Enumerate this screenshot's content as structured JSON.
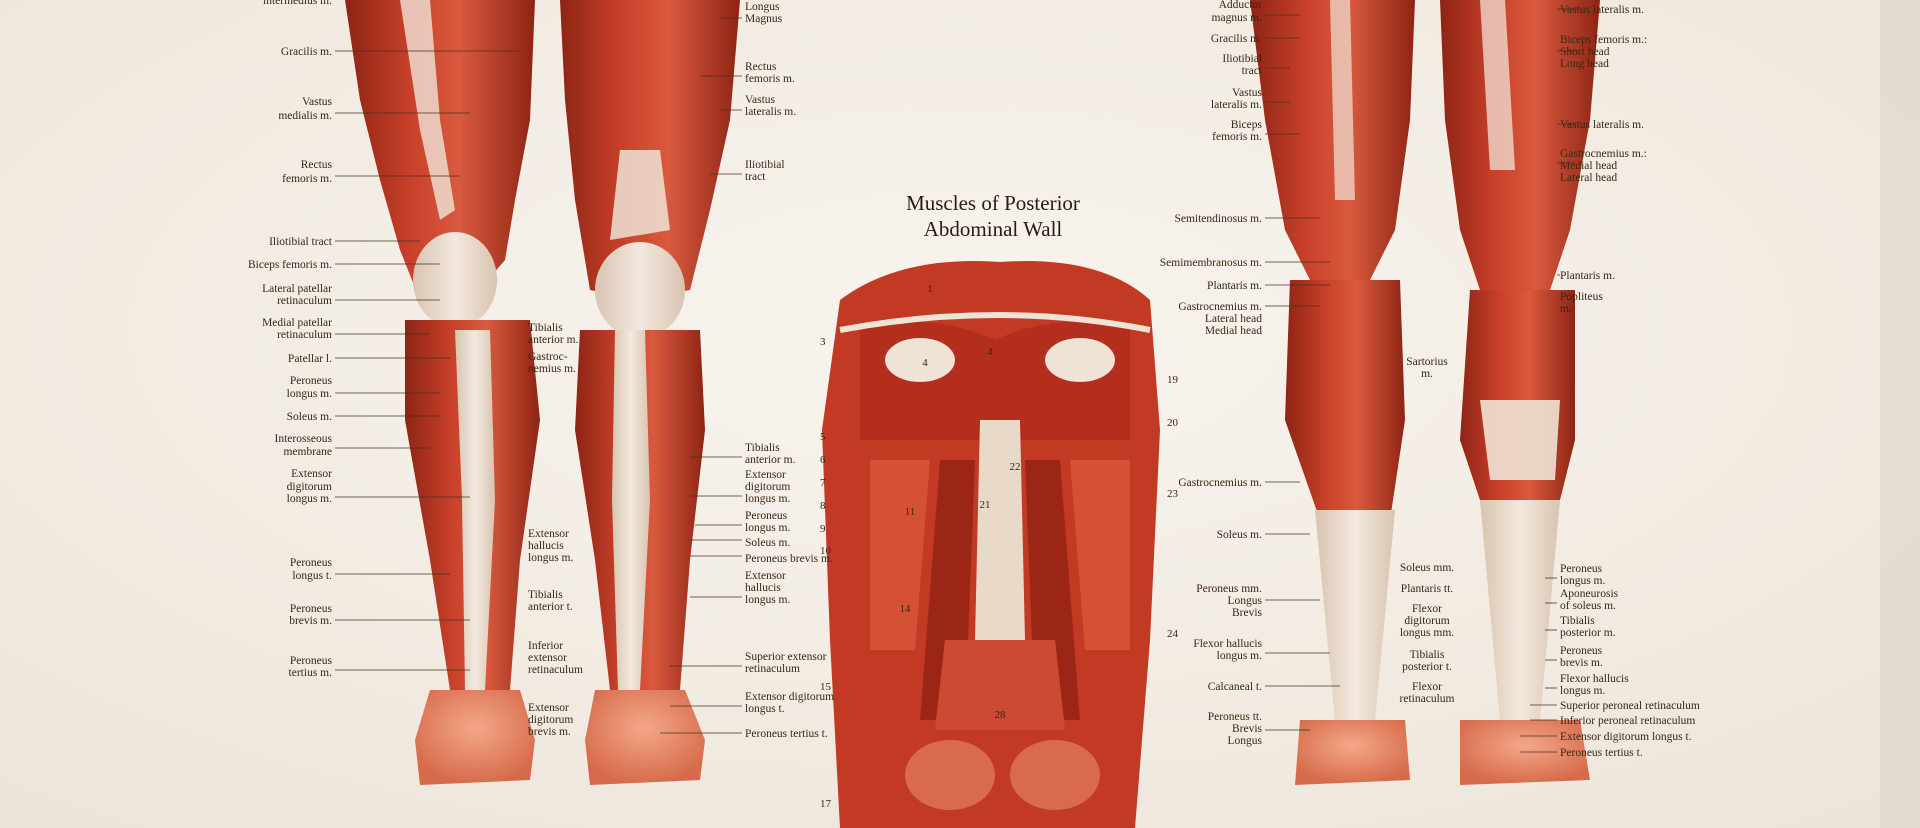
{
  "center_title": {
    "line1": "Muscles of Posterior",
    "line2": "Abdominal Wall"
  },
  "anterior_left_labels": [
    "intermedius m.",
    "Gracilis m.",
    "Vastus",
    "medialis m.",
    "Rectus",
    "femoris m.",
    "Iliotibial tract",
    "Biceps femoris m.",
    "Lateral patellar",
    "retinaculum",
    "Medial patellar",
    "retinaculum",
    "Patellar l.",
    "Peroneus",
    "longus m.",
    "Soleus m.",
    "Interosseous",
    "membrane",
    "Extensor",
    "digitorum",
    "longus m.",
    "Peroneus",
    "longus t.",
    "Peroneus",
    "brevis m.",
    "Peroneus",
    "tertius m."
  ],
  "anterior_mid_labels": [
    "Tibialis",
    "anterior m.",
    "Gastroc-",
    "nemius m.",
    "Extensor",
    "hallucis",
    "longus m.",
    "Tibialis",
    "anterior t.",
    "Inferior",
    "extensor",
    "retinaculum",
    "Extensor",
    "digitorum",
    "brevis m."
  ],
  "anterior_right_labels": [
    "Longus",
    "Magnus",
    "Rectus",
    "femoris m.",
    "Vastus",
    "lateralis m.",
    "Iliotibial",
    "tract",
    "Tibialis",
    "anterior m.",
    "Extensor",
    "digitorum",
    "longus m.",
    "Peroneus",
    "longus m.",
    "Soleus m.",
    "Peroneus brevis m.",
    "Extensor",
    "hallucis",
    "longus m.",
    "Superior extensor",
    "retinaculum",
    "Extensor digitorum",
    "longus t.",
    "Peroneus tertius t."
  ],
  "center_numbers_left": [
    "3",
    "5",
    "6",
    "7",
    "8",
    "9",
    "10",
    "15",
    "17"
  ],
  "center_numbers_right": [
    "19",
    "20",
    "23",
    "24"
  ],
  "center_numbers_inner": [
    "1",
    "4",
    "4",
    "21",
    "22",
    "11",
    "14",
    "28"
  ],
  "posterior_left_labels": [
    "Adductor",
    "magnus m.",
    "Gracilis m.",
    "Iliotibial",
    "tract",
    "Vastus",
    "lateralis m.",
    "Biceps",
    "femoris m.",
    "Semitendinosus m.",
    "Semimembranosus m.",
    "Plantaris m.",
    "Gastrocnemius m.",
    "Lateral head",
    "Medial head",
    "Gastrocnemius m.",
    "Soleus m.",
    "Peroneus mm.",
    "Longus",
    "Brevis",
    "Flexor hallucis",
    "longus m.",
    "Calcaneal t.",
    "Peroneus tt.",
    "Brevis",
    "Longus"
  ],
  "posterior_mid_labels": [
    "Sartorius",
    "m.",
    "Soleus mm.",
    "Plantaris tt.",
    "Flexor",
    "digitorum",
    "longus mm.",
    "Tibialis",
    "posterior t.",
    "Flexor",
    "retinaculum"
  ],
  "posterior_right_labels": [
    "Vastus lateralis m.",
    "Biceps femoris m.:",
    "Short head",
    "Long head",
    "Vastus lateralis m.",
    "Gastrocnemius m.:",
    "Medial head",
    "Lateral head",
    "Plantaris m.",
    "Popliteus",
    "m.",
    "Peroneus",
    "longus m.",
    "Aponeurosis",
    "of soleus m.",
    "Tibialis",
    "posterior m.",
    "Peroneus",
    "brevis m.",
    "Flexor hallucis",
    "longus m.",
    "Superior peroneal retinaculum",
    "Inferior peroneal retinaculum",
    "Extensor digitorum longus t.",
    "Peroneus tertius t."
  ],
  "colors": {
    "paper": "#f6f1ea",
    "muscle": "#b8321f",
    "muscle_dark": "#7e1c10",
    "tendon": "#efe2d4",
    "text": "#3a2614"
  }
}
